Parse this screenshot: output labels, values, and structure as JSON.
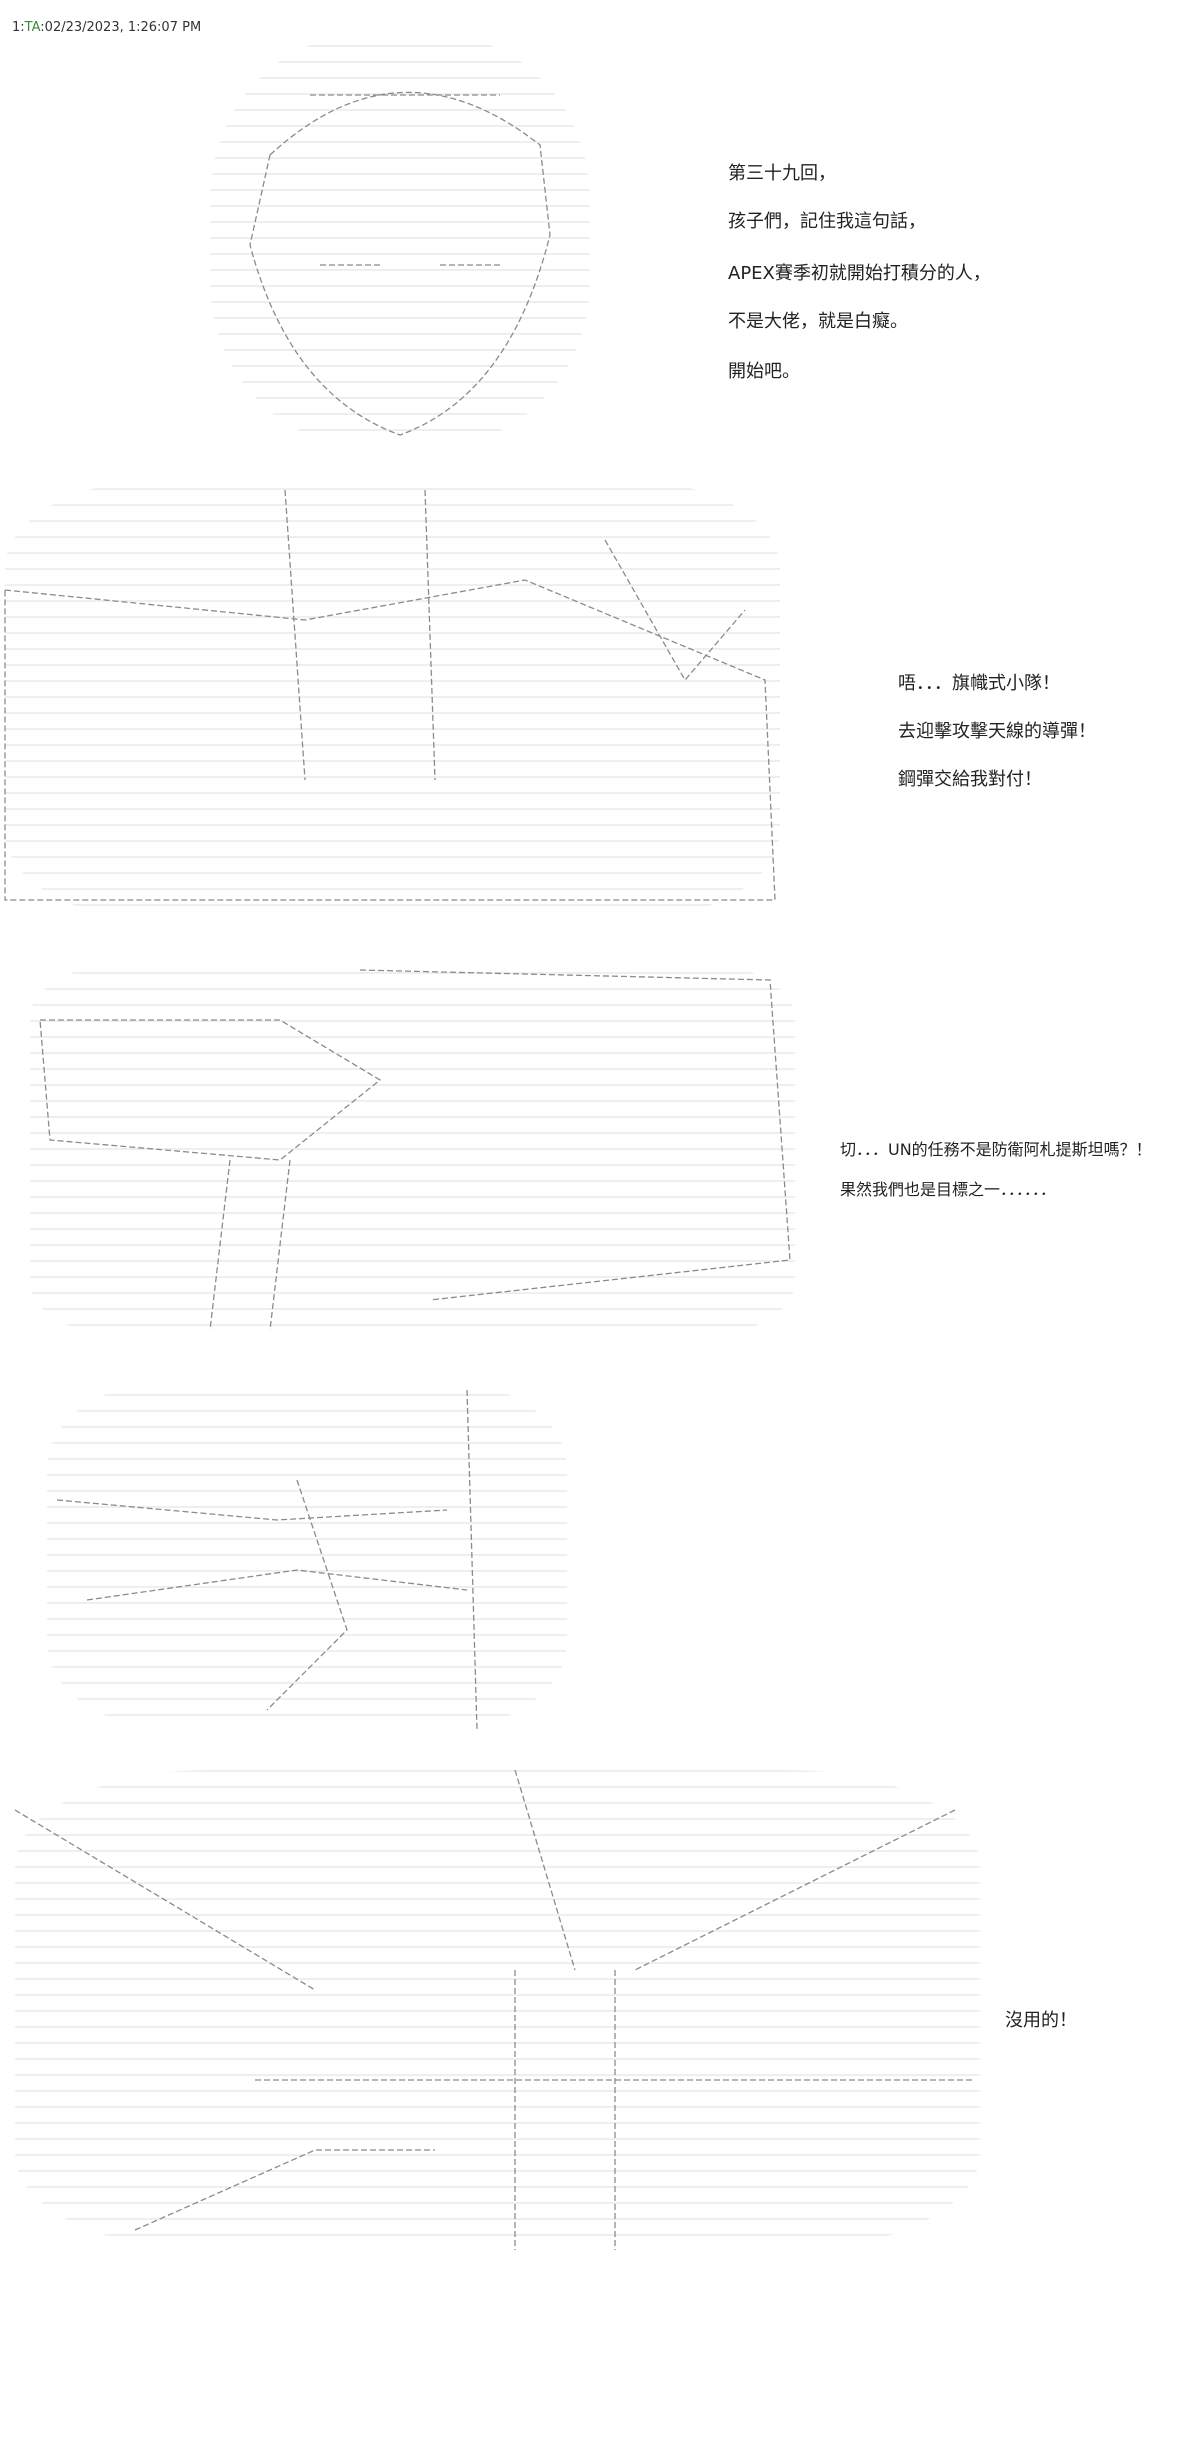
{
  "header": {
    "index": "1",
    "name": "TA",
    "timestamp": "02/23/2023, 1:26:07 PM"
  },
  "panels": [
    {
      "lines": [
        "第三十九回，",
        "孩子們，記住我這句話，",
        "APEX賽季初就開始打積分的人，",
        "不是大佬，就是白癡。",
        "開始吧。"
      ]
    },
    {
      "lines": [
        "唔．．．旗幟式小隊！",
        "去迎擊攻擊天線的導彈！",
        "鋼彈交給我對付！"
      ]
    },
    {
      "lines": [
        "切．．．UN的任務不是防衛阿札提斯坦嗎？！",
        "果然我們也是目標之一．．．．．．"
      ]
    },
    {
      "lines": []
    },
    {
      "lines": [
        "沒用的！"
      ]
    }
  ]
}
